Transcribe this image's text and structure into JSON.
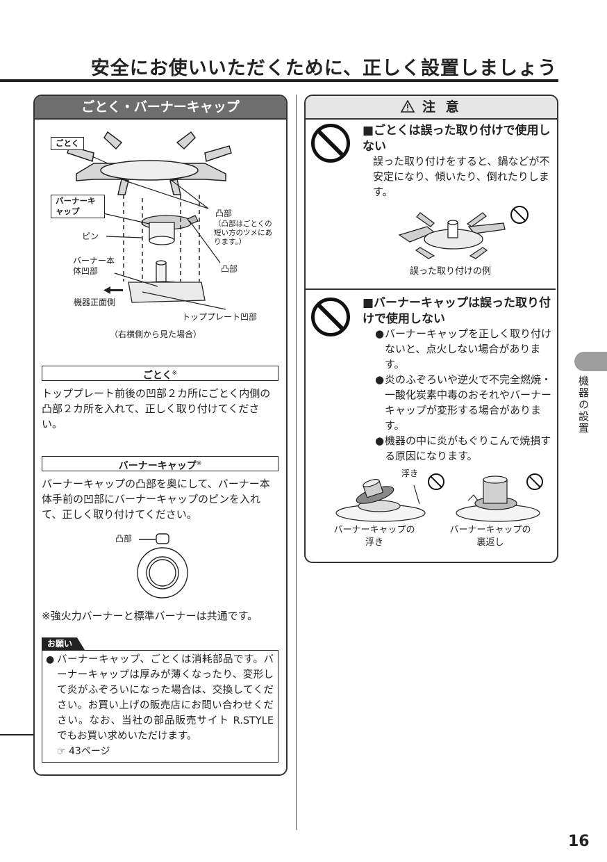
{
  "page": {
    "title": "安全にお使いいただくために、正しく設置しましょう",
    "number": "16",
    "side_tab": "機器の設置"
  },
  "left": {
    "heading": "ごとく・バーナーキャップ",
    "diagram": {
      "gotoku_label": "ごとく",
      "burner_cap_label": "バーナーキャップ",
      "pin": "ピン",
      "convex_top": "凸部",
      "convex_note": "（凸部はごとくの短い方のツメにあります。）",
      "convex_mid": "凸部",
      "burner_body_recess": "バーナー本体凹部",
      "front_side": "機器正面側",
      "topplate_recess": "トッププレート凹部",
      "view_note": "（右横側から見た場合）",
      "cap_convex": "凸部"
    },
    "gotoku_section": {
      "title": "ごとく",
      "mark": "※",
      "text": "トッププレート前後の凹部２カ所にごとく内側の凸部２カ所を入れて、正しく取り付けてください。"
    },
    "cap_section": {
      "title": "バーナーキャップ",
      "mark": "※",
      "text": "バーナーキャップの凸部を奥にして、バーナー本体手前の凹部にバーナーキャップのピンを入れて、正しく取り付けてください。"
    },
    "footnote": "※強火力バーナーと標準バーナーは共通です。",
    "onegai": {
      "tag": "お願い",
      "bullet": "●",
      "text": "バーナーキャップ、ごとくは消耗部品です。バーナーキャップは厚みが薄くなったり、変形して炎がふぞろいになった場合は、交換してください。お買い上げの販売店にお問い合わせください。なお、当社の部品販売サイト R.STYLE でもお買い求めいただけます。",
      "ref_icon": "pointing-hand-icon",
      "ref_symbol": "☞",
      "ref": "43ページ"
    }
  },
  "right": {
    "heading": "注 意",
    "heading_icon": "warning-triangle-icon",
    "warnings": [
      {
        "title": "■ごとくは誤った取り付けで使用しない",
        "text": "誤った取り付けをすると、鍋などが不安定になり、傾いたり、倒れたりします。",
        "caption": "誤った取り付けの例"
      },
      {
        "title": "■バーナーキャップは誤った取り付けで使用しない",
        "bullets": [
          "バーナーキャップを正しく取り付けないと、点火しない場合があります。",
          "炎のふぞろいや逆火で不完全燃焼・一酸化炭素中毒のおそれやバーナーキャップが変形する場合があります。",
          "機器の中に炎がもぐりこんで焼損する原因になります。"
        ],
        "float_label": "浮き",
        "caption_left": "バーナーキャップの浮き",
        "caption_right": "バーナーキャップの裏返し"
      }
    ]
  },
  "colors": {
    "heading_bg": "#6e6e6e",
    "caution_bg": "#e6e6e6",
    "side_tab": "#9e9e9e",
    "ink": "#222222"
  }
}
